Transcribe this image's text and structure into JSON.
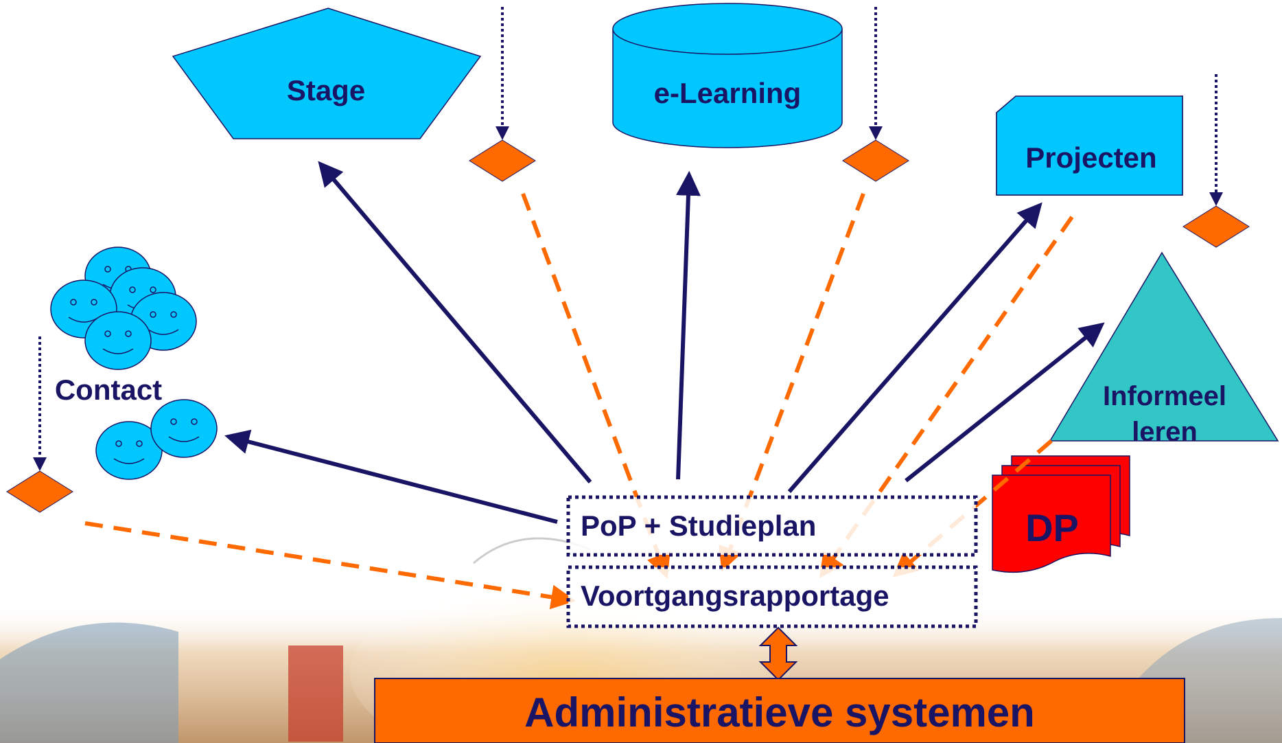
{
  "nodes": {
    "stage": "Stage",
    "elearning": "e-Learning",
    "projecten": "Projecten",
    "contact": "Contact",
    "informeel_line1": "Informeel",
    "informeel_line2": "leren",
    "dp": "DP",
    "pop": "PoP + Studieplan",
    "voortgang": "Voortgangsrapportage",
    "admin": "Administratieve systemen"
  },
  "colors": {
    "shape_blue": "#00c8ff",
    "teal": "#33c6c6",
    "navy": "#1a1464",
    "orange": "#ff6a00",
    "diamond": "#ff6a00",
    "dp_red": "#ff0000"
  }
}
